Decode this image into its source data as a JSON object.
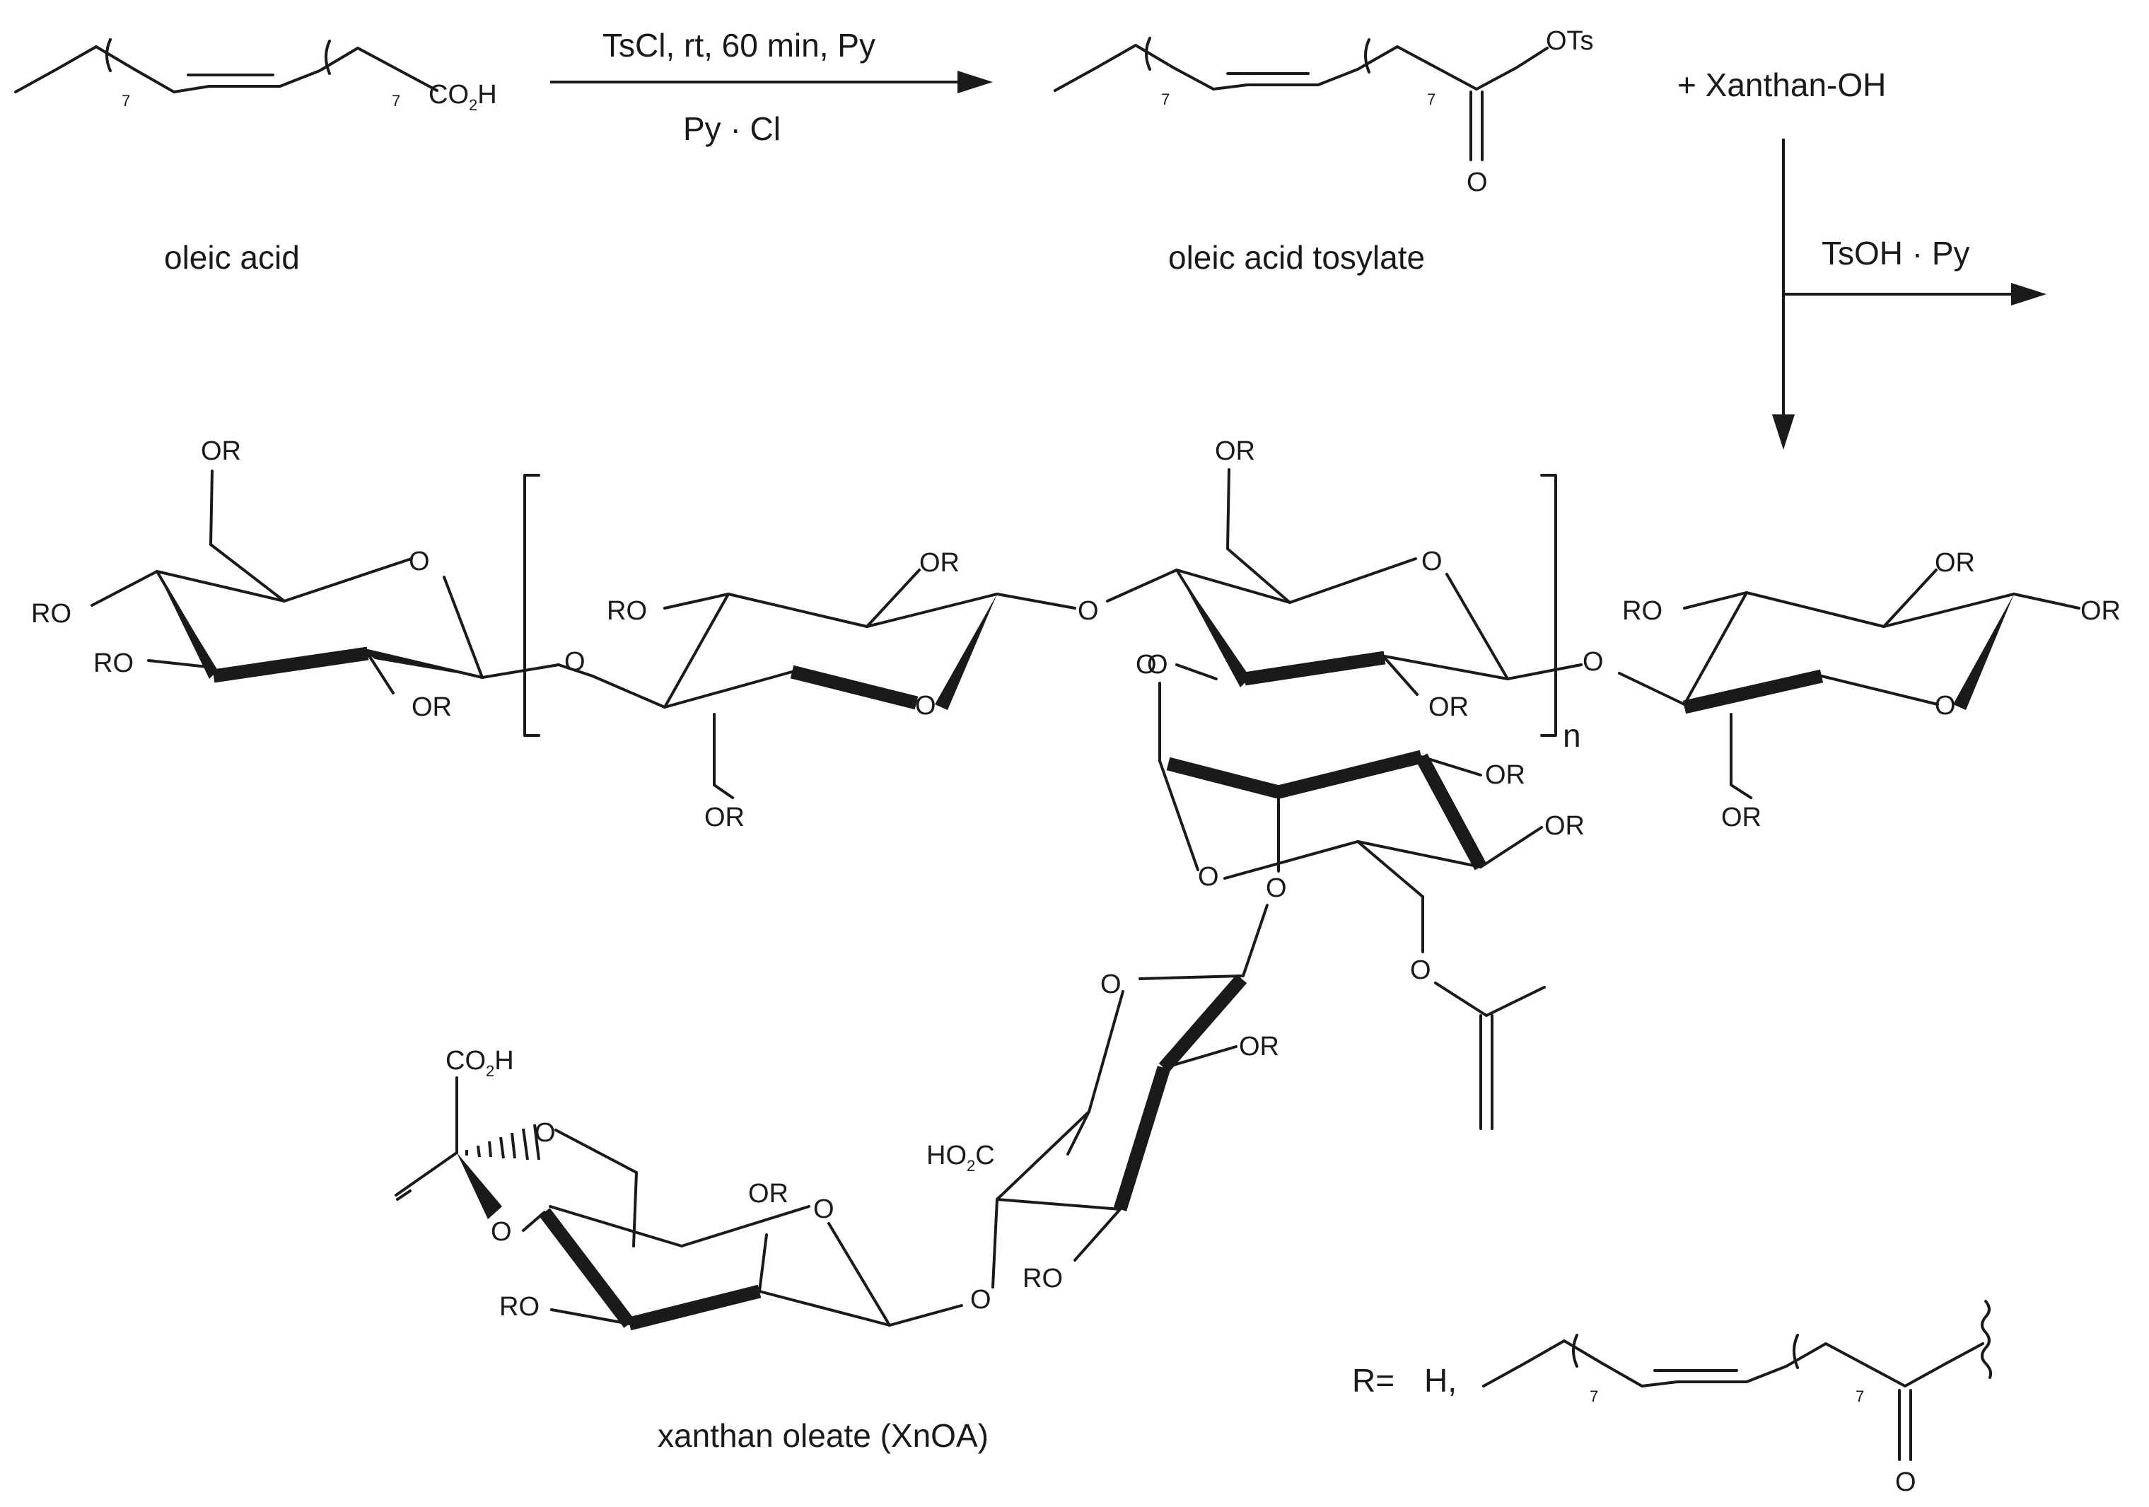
{
  "step1": {
    "reagents_top": "TsCl, rt, 60 min, Py",
    "reagents_bottom": "Py · Cl"
  },
  "step2": {
    "coreactant": "+ Xanthan-OH",
    "reagents": "TsOH  ·  Py"
  },
  "compounds": {
    "oleic_acid": "oleic acid",
    "tosylate": "oleic acid tosylate",
    "product": "xanthan oleate (XnOA)"
  },
  "groups": {
    "carboxyl_CO": "CO",
    "carboxyl_sub": "2",
    "carboxyl_H": "H",
    "hoc_HO": "HO",
    "hoc_sub": "2",
    "hoc_C": "C",
    "ots": "OTs",
    "repeat_n": "n",
    "chain_count": "7"
  },
  "atoms": {
    "OR": "OR",
    "RO": "RO",
    "O": "O"
  },
  "r_definition": {
    "label": "R=",
    "h": "H,"
  }
}
